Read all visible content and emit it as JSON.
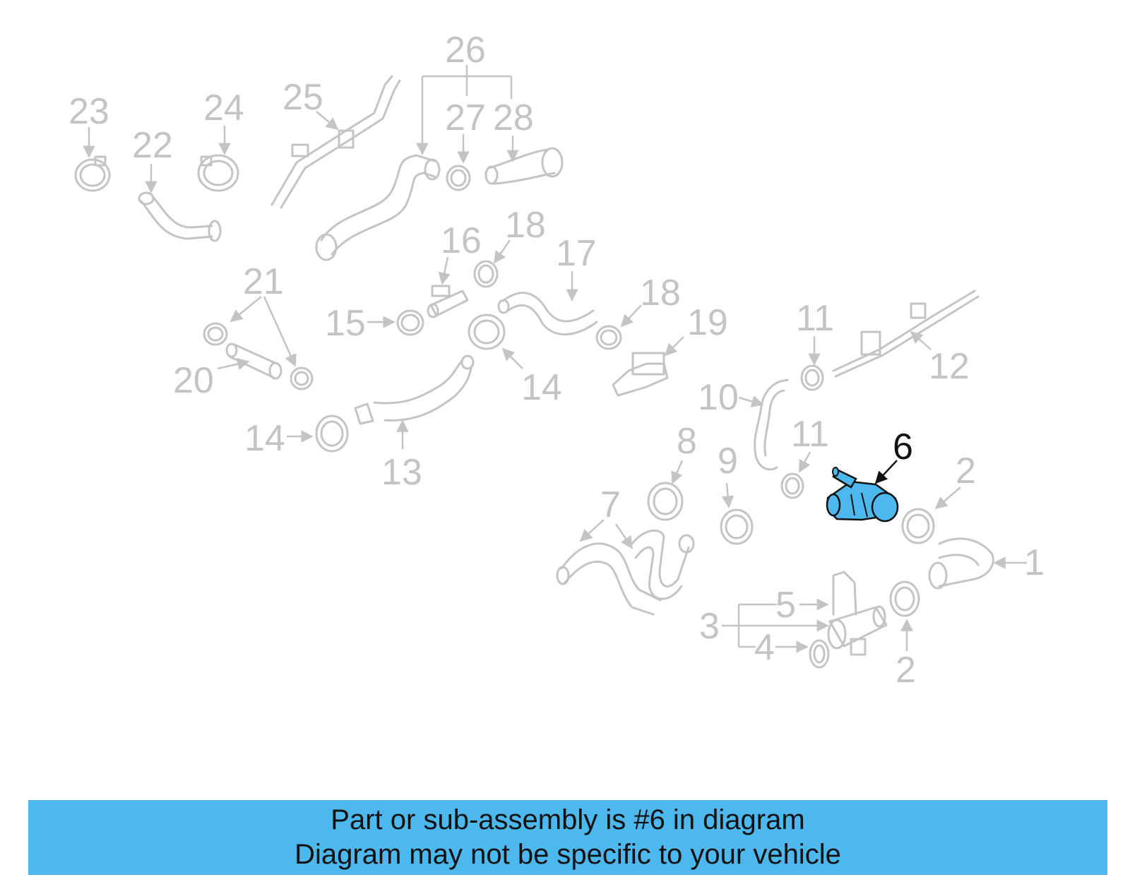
{
  "diagram": {
    "highlighted_part": "6",
    "highlight_color": "#4cb8ee",
    "muted_color": "#c4c4c4",
    "callouts": [
      "23",
      "24",
      "22",
      "25",
      "26",
      "27",
      "28",
      "16",
      "18",
      "17",
      "21",
      "15",
      "18",
      "19",
      "14",
      "20",
      "14",
      "13",
      "11",
      "12",
      "10",
      "6",
      "8",
      "11",
      "9",
      "2",
      "7",
      "1",
      "5",
      "3",
      "4",
      "2"
    ]
  },
  "banner": {
    "line1": "Part or sub-assembly is #6 in diagram",
    "line2": "Diagram may not be specific to your vehicle",
    "background": "#4cb8ee"
  }
}
